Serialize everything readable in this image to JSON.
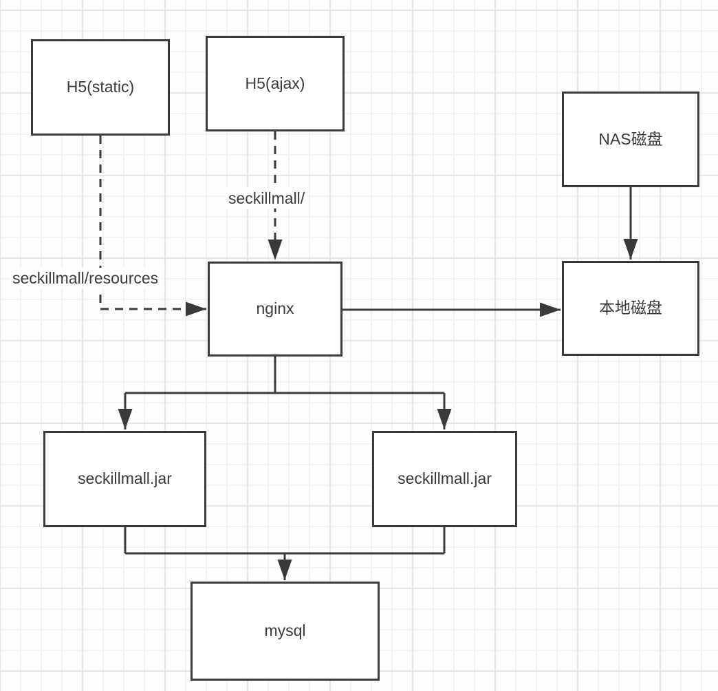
{
  "diagram": {
    "nodes": {
      "h5_static": {
        "label": "H5(static)"
      },
      "h5_ajax": {
        "label": "H5(ajax)"
      },
      "nas_disk": {
        "label": "NAS磁盘"
      },
      "nginx": {
        "label": "nginx"
      },
      "local_disk": {
        "label": "本地磁盘"
      },
      "jar_left": {
        "label": "seckillmall.jar"
      },
      "jar_right": {
        "label": "seckillmall.jar"
      },
      "mysql": {
        "label": "mysql"
      }
    },
    "edge_labels": {
      "static_route": "seckillmall/resources",
      "ajax_route": "seckillmall/"
    },
    "colors": {
      "stroke": "#3a3a3a",
      "text": "#3a3a3a",
      "node_fill": "#ffffff",
      "grid_minor": "#f3f2f4",
      "grid_major": "#e7e6e9",
      "background": "#fdfdfd"
    }
  }
}
